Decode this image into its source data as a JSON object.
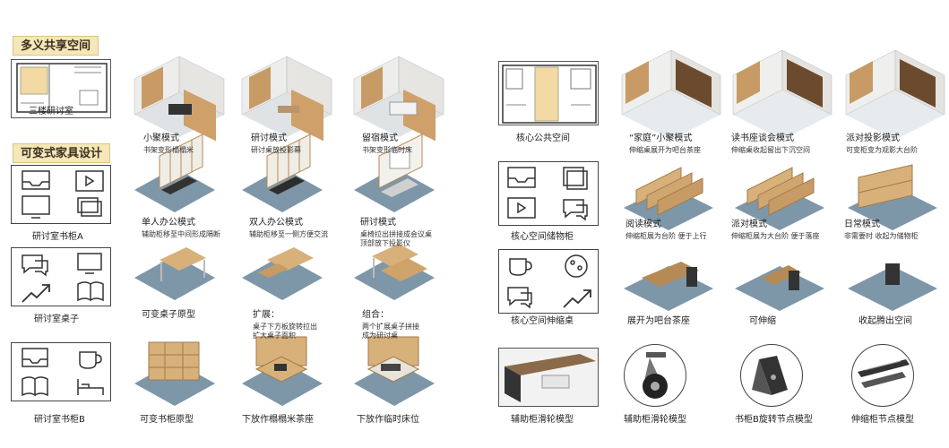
{
  "tags": {
    "shared_space": "多义共享空间",
    "furniture": "可变式家具设计"
  },
  "left_labels": {
    "plan_room": "三楼研讨室",
    "cabinet_a": "研讨室书柜A",
    "table": "研讨室桌子",
    "cabinet_b": "研讨室书柜B"
  },
  "row1": [
    {
      "title": "小聚模式",
      "sub": "书架变形榻榻米"
    },
    {
      "title": "研讨模式",
      "sub": "研讨桌放投影幕"
    },
    {
      "title": "留宿模式",
      "sub": "书架变形临时床"
    }
  ],
  "row2": [
    {
      "title": "单人办公模式",
      "sub": "辅助柜移至中间形成隔断"
    },
    {
      "title": "双人办公模式",
      "sub": "辅助柜移至一侧方便交流"
    },
    {
      "title": "研讨模式",
      "sub": "桌椅拉出拼接成会议桌",
      "sub2": "顶部放下投影仪"
    }
  ],
  "row3": [
    {
      "title": "可变桌子原型",
      "sub": ""
    },
    {
      "title": "扩展：",
      "sub": "桌子下方板旋转拉出",
      "sub2": "扩大桌子面积"
    },
    {
      "title": "组合：",
      "sub": "两个扩展桌子拼接",
      "sub2": "成为研讨桌"
    }
  ],
  "row4": [
    {
      "title": "可变书柜原型"
    },
    {
      "title": "下放作榻榻米茶座"
    },
    {
      "title": "下放作临时床位"
    }
  ],
  "right_labels": {
    "core_space": "核心公共空间",
    "core_cabinet": "核心空间储物柜",
    "core_table": "核心空间伸缩桌",
    "slide_model": "辅助柜滑轮模型"
  },
  "right_row1": [
    {
      "title": "“家庭”小聚模式",
      "sub": "伸缩桌展开为吧台茶座"
    },
    {
      "title": "读书座谈会模式",
      "sub": "伸缩桌收起留出下沉空间"
    },
    {
      "title": "派对投影模式",
      "sub": "可变柜变为观影大台阶"
    }
  ],
  "right_row2": [
    {
      "title": "阅读模式",
      "sub": "伸缩柜展为台阶 便于上行"
    },
    {
      "title": "派对模式",
      "sub": "伸缩柜展为大台阶 便于落座"
    },
    {
      "title": "日常模式",
      "sub": "非需要时 收起为储物柜"
    }
  ],
  "right_row3": [
    {
      "title": "展开为吧台茶座"
    },
    {
      "title": "可伸缩"
    },
    {
      "title": "收起腾出空间"
    }
  ],
  "right_row4": [
    {
      "title": "辅助柜滑轮模型"
    },
    {
      "title": "书柜B旋转节点模型"
    },
    {
      "title": "伸缩柜节点模型"
    }
  ],
  "colors": {
    "floor": "#7e97a8",
    "wood": "#d8b07a",
    "wood_dark": "#b58a55",
    "tag_bg": "#f6e7b8",
    "shelf_white": "#f4f4f2"
  }
}
